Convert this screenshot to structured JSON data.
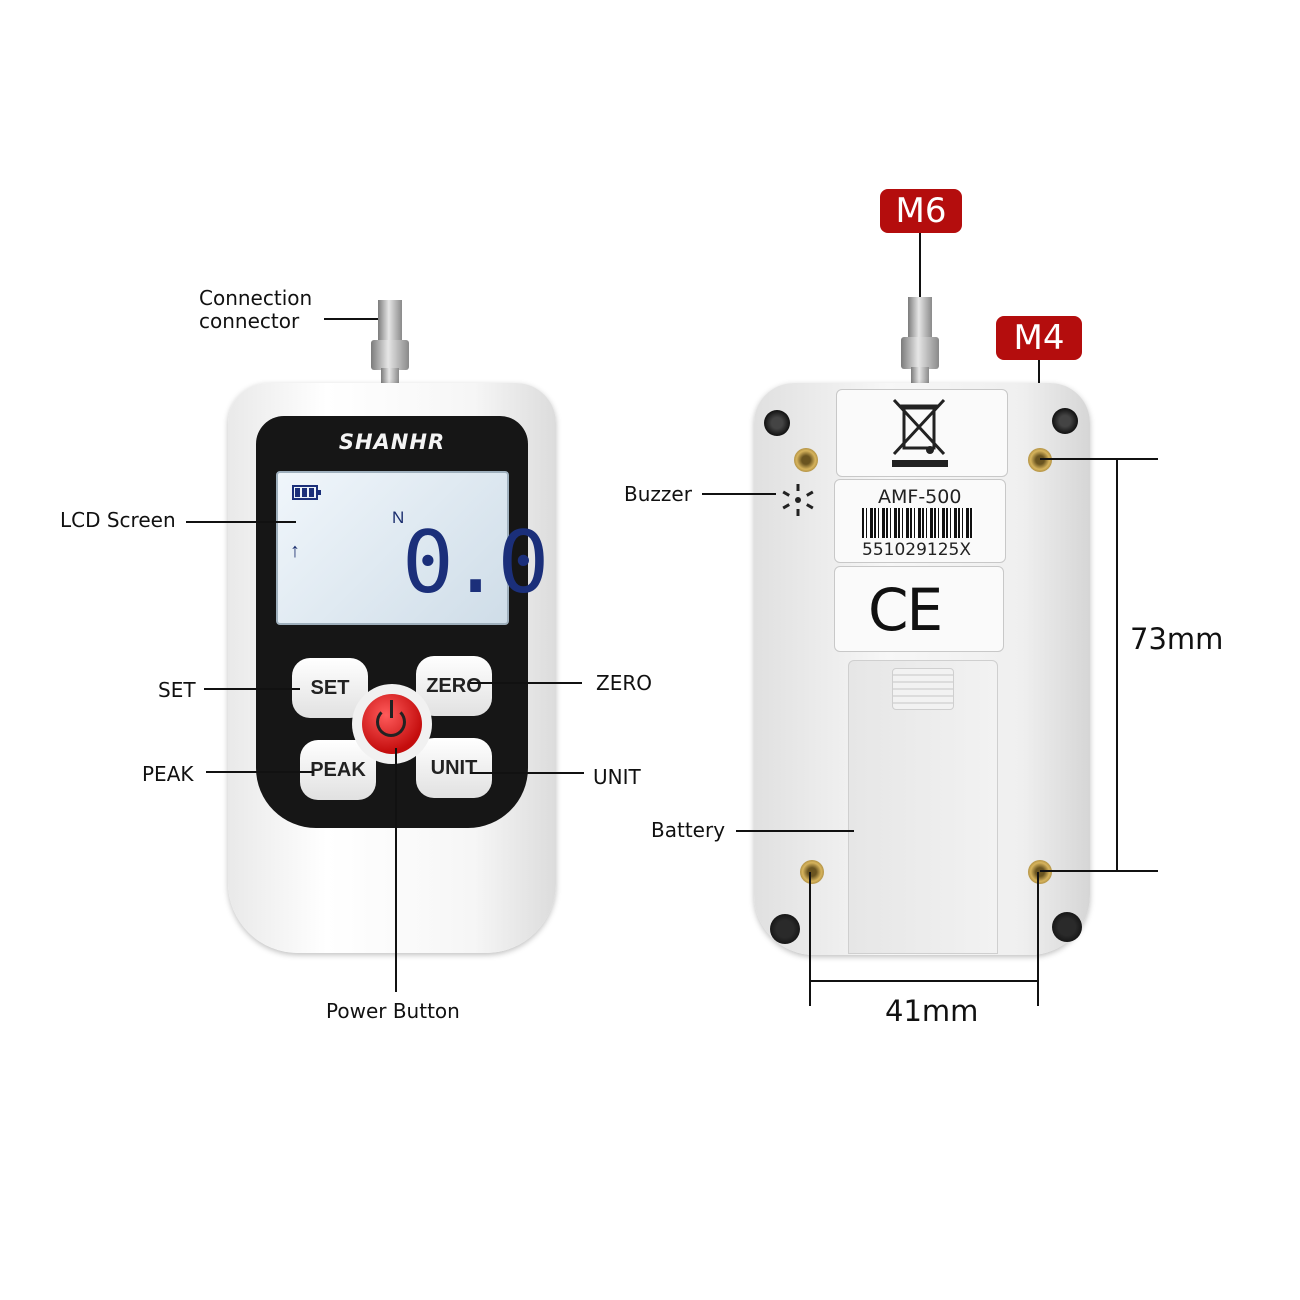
{
  "front": {
    "callouts": {
      "connection": "Connection\nconnector",
      "lcd": "LCD Screen",
      "set": "SET",
      "peak": "PEAK",
      "zero": "ZERO",
      "unit": "UNIT",
      "power": "Power Button"
    },
    "brand": "SHANHR",
    "lcd": {
      "unit": "N",
      "value": "0.0",
      "arrow": "↑"
    },
    "keys": {
      "set": "SET",
      "zero": "ZERO",
      "peak": "PEAK",
      "unit": "UNIT"
    }
  },
  "back": {
    "tags": {
      "m6": "M6",
      "m4": "M4"
    },
    "callouts": {
      "buzzer": "Buzzer",
      "battery": "Battery"
    },
    "label": {
      "model": "AMF-500",
      "serial": "551029125X",
      "ce": "CE"
    },
    "dimensions": {
      "height": "73mm",
      "width": "41mm"
    }
  },
  "colors": {
    "tag_red": "#b40d0d",
    "lcd_digits": "#1b2f7a",
    "power_red": "#c40d0d"
  },
  "icons": [
    "battery-level-icon",
    "weee-bin-icon",
    "ce-mark-icon",
    "power-icon",
    "buzzer-icon"
  ]
}
